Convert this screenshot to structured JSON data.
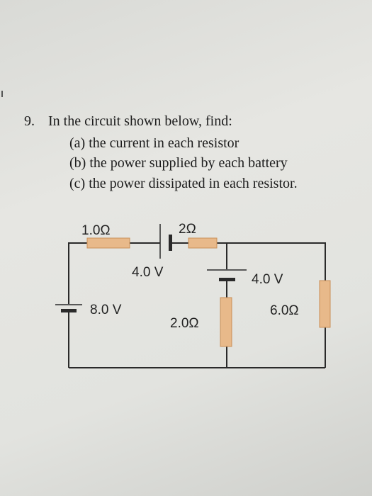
{
  "question": {
    "number": "9.",
    "stem": "In the circuit shown below, find:",
    "parts": [
      "(a) the current in each resistor",
      "(b) the power supplied by each battery",
      "(c) the power dissipated in each resistor."
    ]
  },
  "circuit": {
    "resistors": {
      "r1_label": "1.0Ω",
      "r2_label": "2Ω",
      "r3_label": "2.0Ω",
      "r4_label": "6.0Ω"
    },
    "batteries": {
      "b1_label": "8.0 V",
      "b2_label": "4.0 V",
      "b3_label": "4.0 V"
    },
    "colors": {
      "wire": "#2a2a2a",
      "resistor_fill": "#e8b98a",
      "resistor_stroke": "#c98f58"
    }
  }
}
